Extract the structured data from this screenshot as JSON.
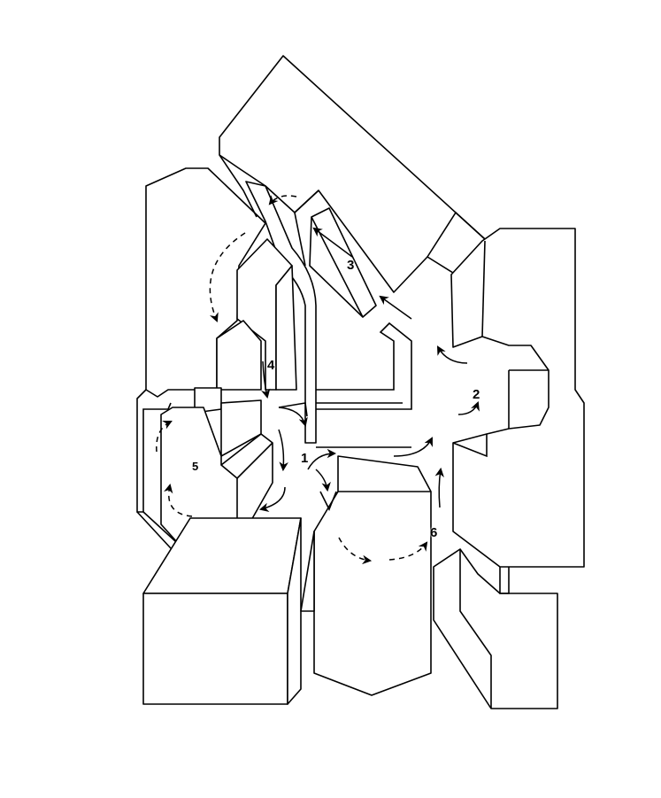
{
  "diagram": {
    "type": "building-circulation-plan",
    "labels": [
      "1",
      "2",
      "3",
      "4",
      "5",
      "6"
    ],
    "colors": {
      "stroke": "#000000",
      "fill": "#ffffff"
    }
  }
}
